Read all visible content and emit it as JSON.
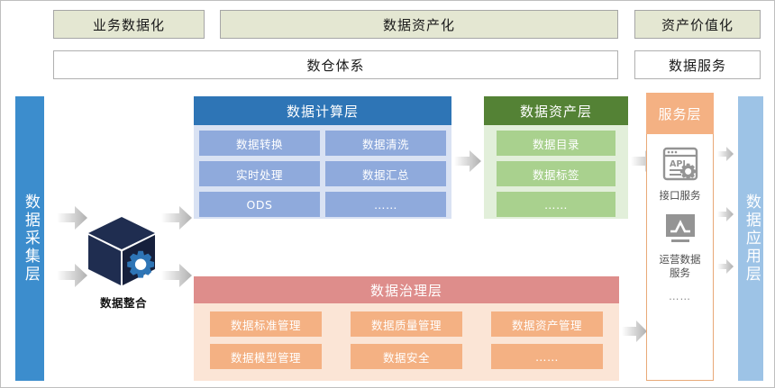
{
  "top_bands": [
    {
      "label": "业务数据化"
    },
    {
      "label": "数据资产化"
    },
    {
      "label": "资产价值化"
    }
  ],
  "top_boxes": [
    {
      "label": "数仓体系"
    },
    {
      "label": "数据服务"
    }
  ],
  "left_column": {
    "label": "数据采集层",
    "color": "#3C8DCD"
  },
  "right_column": {
    "label": "数据应用层",
    "color": "#9DC3E6"
  },
  "integrate": {
    "label": "数据整合",
    "icon": "cube-gear-icon",
    "cube_color": "#1F2D50",
    "gear_color": "#2E75B6"
  },
  "compute_layer": {
    "title": "数据计算层",
    "header_color": "#2E75B6",
    "body_color": "#D9E2F3",
    "chip_color": "#8FAADC",
    "items": [
      "数据转换",
      "数据清洗",
      "实时处理",
      "数据汇总",
      "ODS",
      "……"
    ]
  },
  "asset_layer": {
    "title": "数据资产层",
    "header_color": "#548235",
    "body_color": "#E2EFDA",
    "chip_color": "#A9D18E",
    "items": [
      "数据目录",
      "数据标签",
      "……"
    ]
  },
  "governance_layer": {
    "title": "数据治理层",
    "header_color": "#DE8D8B",
    "body_color": "#FBE5D6",
    "chip_color": "#F4B183",
    "items": [
      "数据标准管理",
      "数据质量管理",
      "数据资产管理",
      "数据模型管理",
      "数据安全",
      "……"
    ]
  },
  "service_layer": {
    "title": "服务层",
    "header_color": "#F4B183",
    "items": [
      {
        "icon": "api-window-icon",
        "label": "接口服务"
      },
      {
        "icon": "chart-monitor-icon",
        "label": "运营数据服务"
      }
    ],
    "more": "……"
  }
}
